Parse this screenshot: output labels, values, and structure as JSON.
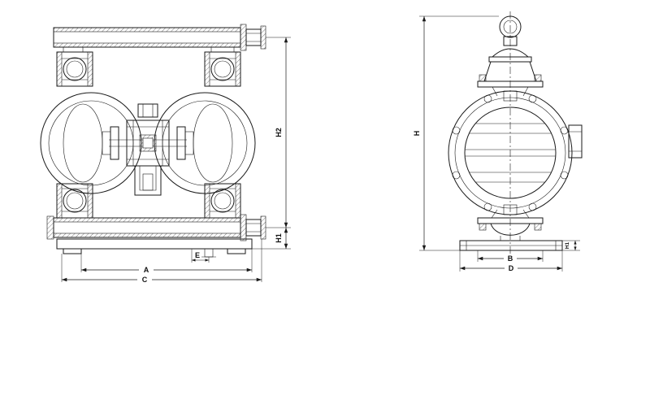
{
  "colors": {
    "line": "#1a1a1a",
    "background": "#ffffff"
  },
  "front_view": {
    "dims": {
      "h2": "H2",
      "h1": "H1",
      "a": "A",
      "e": "E",
      "c": "C"
    }
  },
  "side_view": {
    "dims": {
      "h": "H",
      "b": "B",
      "d": "D",
      "h1": "H1"
    }
  }
}
